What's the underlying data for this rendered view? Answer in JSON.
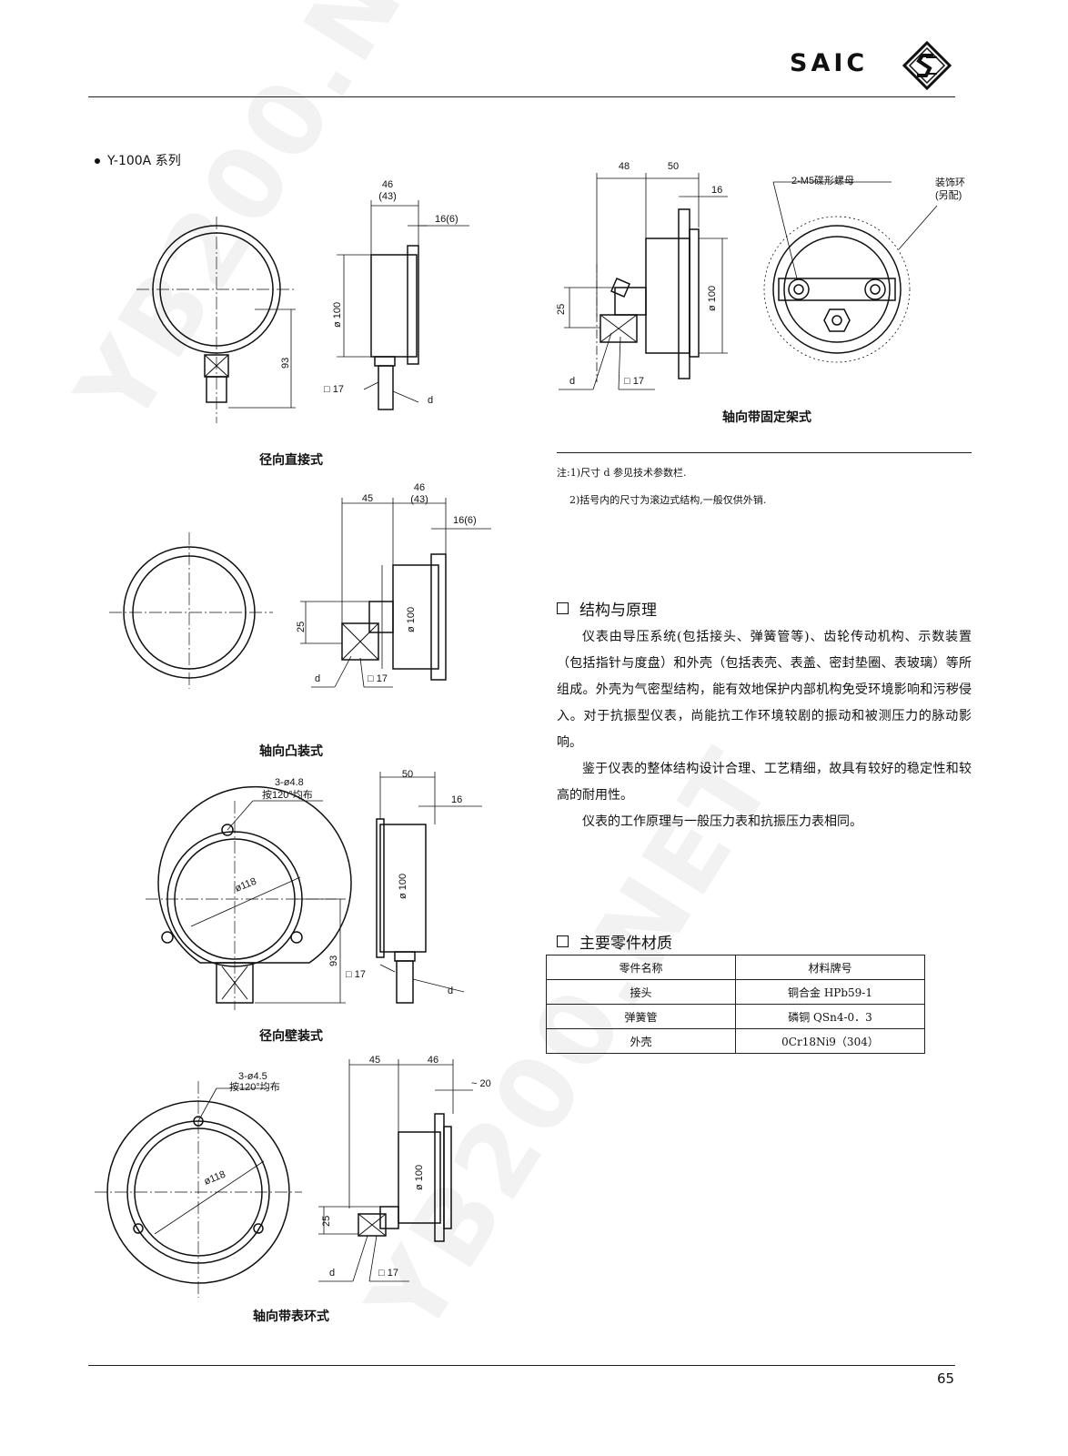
{
  "header": {
    "brand": "SAIC"
  },
  "series_title": "Y-100A 系列",
  "drawings": {
    "radial_direct": {
      "caption": "径向直接式",
      "dims": {
        "d46": "46",
        "d43": "(43)",
        "d16": "16(6)",
        "phi": "ø 100",
        "h93": "93",
        "sq": "□ 17",
        "d": "d"
      }
    },
    "axial_bracket": {
      "caption": "轴向带固定架式",
      "dims": {
        "d48": "48",
        "d50": "50",
        "d16": "16",
        "d25": "25",
        "phi": "ø 100",
        "d": "d",
        "sq": "□ 17",
        "nut": "2-M5碟形螺母",
        "ring1": "装饰环",
        "ring2": "(另配)"
      }
    },
    "axial_flush": {
      "caption": "轴向凸装式",
      "dims": {
        "d45": "45",
        "d46": "46",
        "d43": "(43)",
        "d16": "16(6)",
        "phi": "ø 100",
        "d25": "25",
        "d": "d",
        "sq": "□ 17"
      }
    },
    "radial_wall": {
      "caption": "径向壁装式",
      "dims": {
        "holes": "3-ø4.8",
        "dist": "按120°均布",
        "phi118": "ø118",
        "d50": "50",
        "d16": "16",
        "phi": "ø 100",
        "h93": "93",
        "sq": "□ 17",
        "d": "d"
      }
    },
    "axial_ring": {
      "caption": "轴向带表环式",
      "dims": {
        "holes": "3-ø4.5",
        "dist": "按120°均布",
        "phi118": "ø118",
        "d45": "45",
        "d46": "46",
        "d20": "~ 20",
        "phi": "ø 100",
        "d25": "25",
        "d": "d",
        "sq": "□ 17"
      }
    }
  },
  "notes": [
    "注:1)尺寸 d 参见技术参数栏.",
    "2)括号内的尺寸为滚边式结构,一般仅供外销."
  ],
  "structure": {
    "title": "结构与原理",
    "paragraphs": [
      "仪表由导压系统(包括接头、弹簧管等)、齿轮传动机构、示数装置（包括指针与度盘）和外壳（包括表壳、表盖、密封垫圈、表玻璃）等所组成。外壳为气密型结构，能有效地保护内部机构免受环境影响和污秽侵入。对于抗振型仪表，尚能抗工作环境较剧的振动和被测压力的脉动影响。",
      "鉴于仪表的整体结构设计合理、工艺精细，故具有较好的稳定性和较高的耐用性。",
      "仪表的工作原理与一般压力表和抗振压力表相同。"
    ]
  },
  "materials": {
    "title": "主要零件材质",
    "headers": [
      "零件名称",
      "材料牌号"
    ],
    "rows": [
      [
        "接头",
        "铜合金 HPb59-1"
      ],
      [
        "弹簧管",
        "磷铜 QSn4-0．3"
      ],
      [
        "外壳",
        "0Cr18Ni9（304）"
      ]
    ]
  },
  "watermark": "YB200.NET",
  "page_number": "65"
}
